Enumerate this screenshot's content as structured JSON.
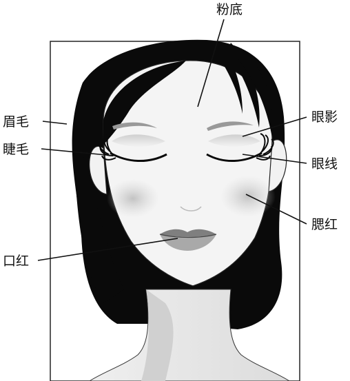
{
  "labels": {
    "foundation": "粉底",
    "eyebrow": "眉毛",
    "eyeshadow": "眼影",
    "eyelash": "睫毛",
    "eyeliner": "眼线",
    "blush": "腮红",
    "lipstick": "口红"
  },
  "colors": {
    "hair": "#0a0a0a",
    "skin": "#f3f3f3",
    "shadow": "#c9c9c9",
    "lips": "#8f8f8f",
    "frame": "#222222"
  }
}
